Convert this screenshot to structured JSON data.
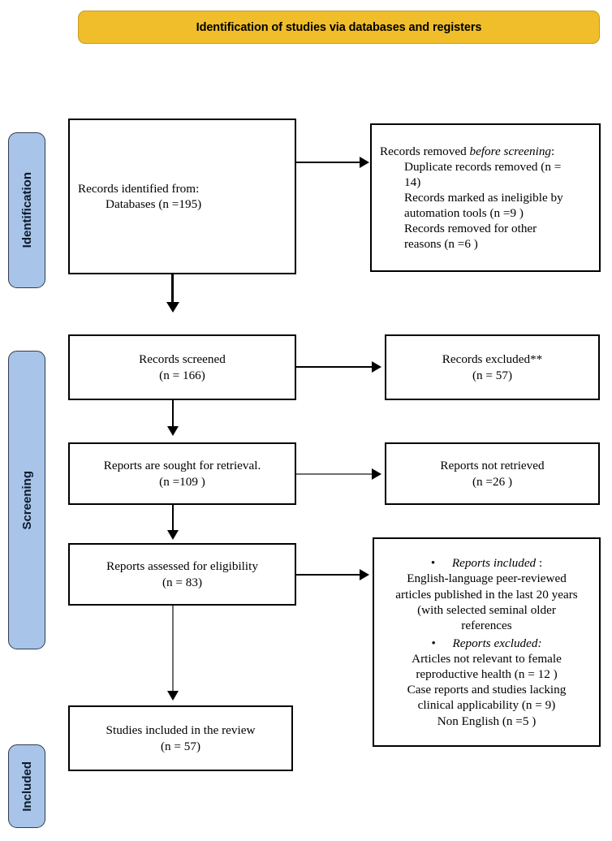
{
  "header": {
    "title": "Identification of studies via databases and registers",
    "banner_color": "#F0BE2A",
    "banner_border_color": "#C79A1E"
  },
  "phases": {
    "tab_color": "#A8C4E8",
    "tab_border_color": "#2F3B52",
    "items": [
      {
        "id": "identification",
        "label": "Identification"
      },
      {
        "id": "screening",
        "label": "Screening"
      },
      {
        "id": "included",
        "label": "Included"
      }
    ]
  },
  "boxes": {
    "records_identified": {
      "line1": "Records identified from:",
      "line2": "Databases (n =195)"
    },
    "records_removed": {
      "heading_plain": "Records removed ",
      "heading_italic": "before screening",
      "heading_colon": ":",
      "line1": "Duplicate records removed (n =",
      "line2": "14)",
      "line3": "Records marked as ineligible by",
      "line4": "automation tools (n =9 )",
      "line5": "Records removed for other",
      "line6": "reasons (n =6 )"
    },
    "records_screened": {
      "line1": "Records screened",
      "line2": "(n = 166)"
    },
    "records_excluded": {
      "line1": "Records excluded**",
      "line2": "(n = 57)"
    },
    "reports_sought": {
      "line1": "Reports are sought for retrieval.",
      "line2": "(n =109 )"
    },
    "reports_not_retrieved": {
      "line1": "Reports not retrieved",
      "line2": "(n =26 )"
    },
    "reports_assessed": {
      "line1": "Reports assessed for eligibility",
      "line2": "(n = 83)"
    },
    "reports_included_excluded": {
      "bullet_glyph": "•",
      "included_heading_italic": "Reports included",
      "included_heading_colon": " :",
      "included_line1": "English-language peer-reviewed",
      "included_line2": "articles published in the last 20 years",
      "included_line3": "(with selected seminal older",
      "included_line4": "references",
      "excluded_heading_italic": "Reports excluded:",
      "excluded_line1": "Articles not relevant to female",
      "excluded_line2": "reproductive health (n = 12 )",
      "excluded_line3": "Case reports and studies lacking",
      "excluded_line4": "clinical applicability (n = 9)",
      "excluded_line5": "Non English (n =5 )"
    },
    "studies_included": {
      "line1": "Studies included in the review",
      "line2": "(n = 57)"
    }
  },
  "flow_data": {
    "type": "prisma-flow",
    "identified": 195,
    "removed_duplicates": 14,
    "removed_ineligible_automation": 9,
    "removed_other_reasons": 6,
    "screened": 166,
    "excluded_after_screening": 57,
    "sought_for_retrieval": 109,
    "not_retrieved": 26,
    "assessed_for_eligibility": 83,
    "excluded_not_relevant": 12,
    "excluded_case_reports": 9,
    "excluded_non_english": 5,
    "included_in_review": 57
  }
}
